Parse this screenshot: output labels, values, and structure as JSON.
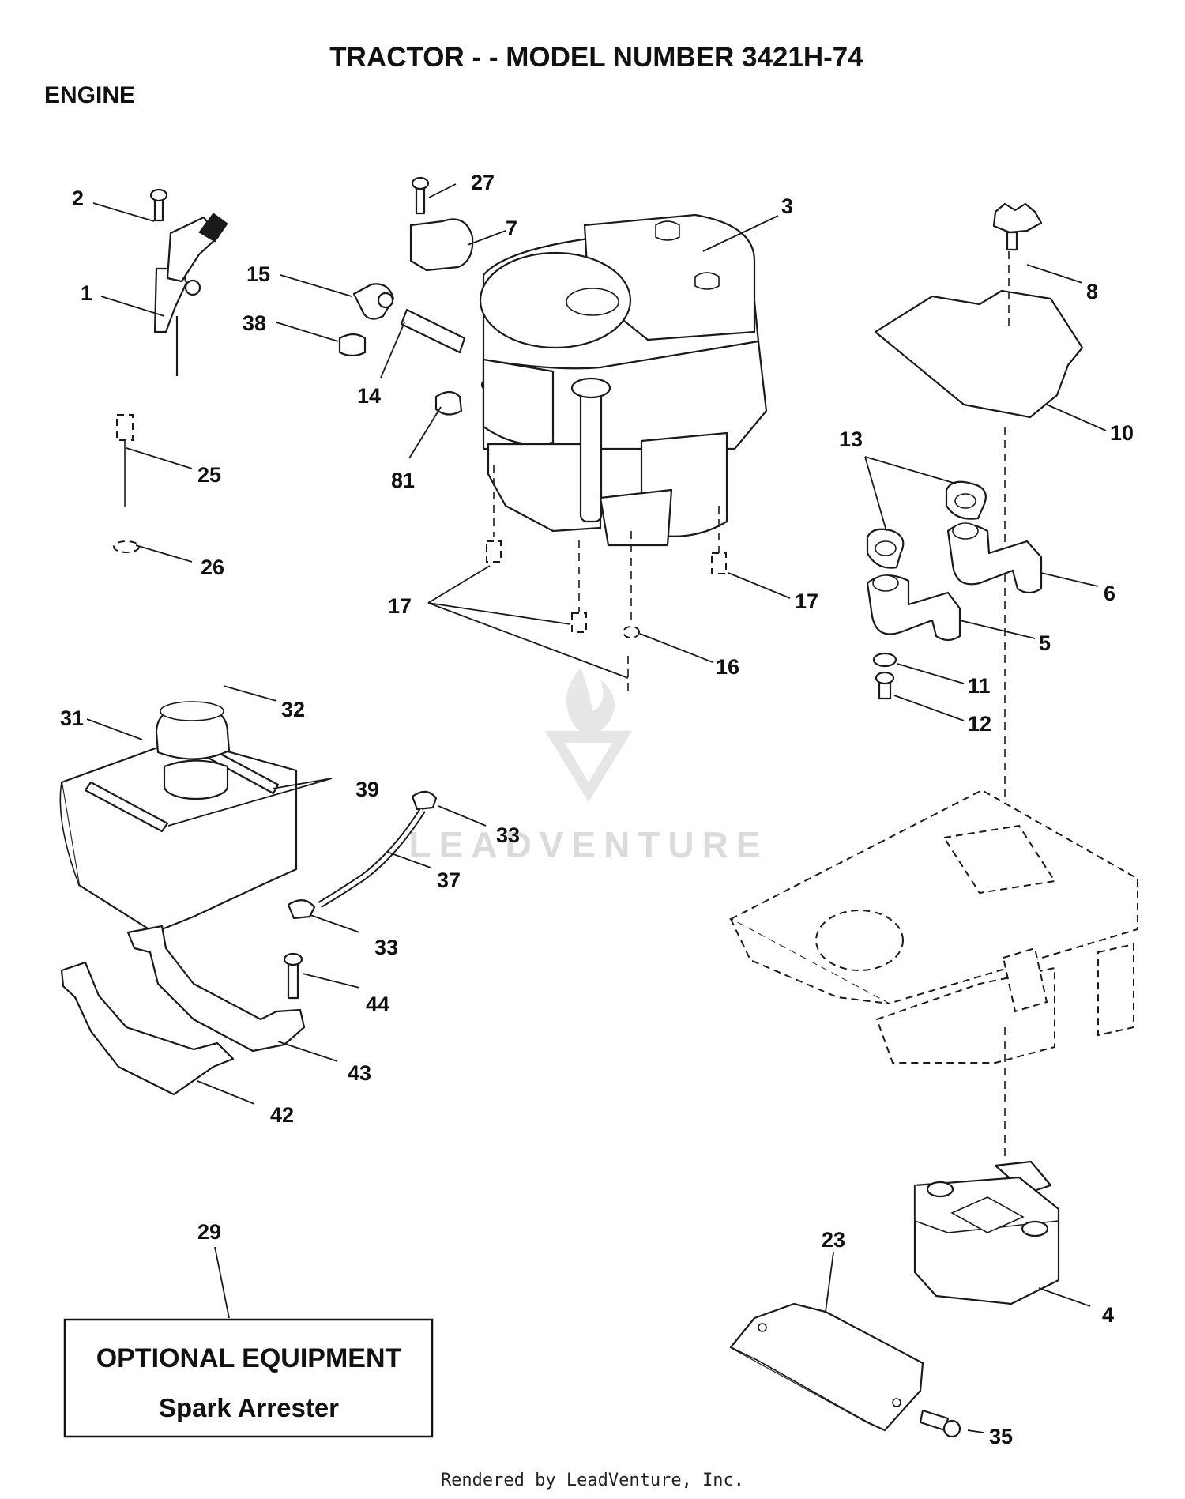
{
  "header": {
    "title": "TRACTOR - - MODEL NUMBER 3421H-74",
    "section": "ENGINE"
  },
  "callouts": {
    "c1": "1",
    "c2": "2",
    "c3": "3",
    "c4": "4",
    "c5": "5",
    "c6": "6",
    "c7": "7",
    "c8": "8",
    "c10": "10",
    "c11": "11",
    "c12": "12",
    "c13": "13",
    "c14": "14",
    "c15": "15",
    "c16": "16",
    "c17": "17",
    "c23": "23",
    "c25": "25",
    "c26": "26",
    "c27": "27",
    "c29": "29",
    "c31": "31",
    "c32": "32",
    "c33": "33",
    "c35": "35",
    "c37": "37",
    "c38": "38",
    "c39": "39",
    "c42": "42",
    "c43": "43",
    "c44": "44",
    "c81": "81"
  },
  "optional_box": {
    "line1": "OPTIONAL EQUIPMENT",
    "line2": "Spark Arrester"
  },
  "watermark": "LEADVENTURE",
  "footer": "Rendered by LeadVenture, Inc."
}
